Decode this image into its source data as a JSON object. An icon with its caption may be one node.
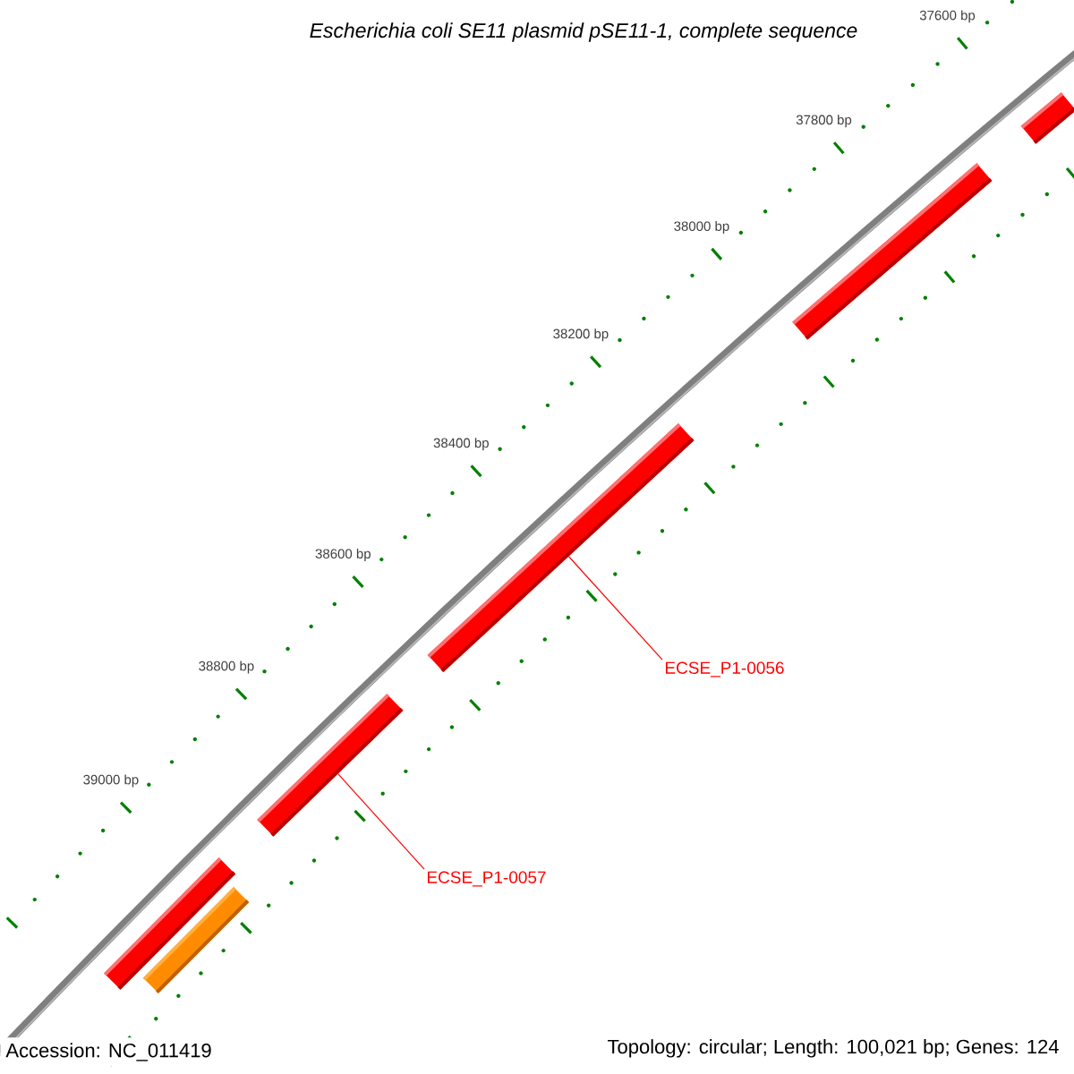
{
  "diagram": {
    "title": "Escherichia coli SE11 plasmid pSE11-1, complete sequence",
    "nodes": [
      {
        "text": [],
        "shape": "bar"
      },
      {
        "text": [],
        "shape": "bar"
      },
      {
        "text": [],
        "shape": "bar"
      },
      {
        "text": [],
        "shape": "bar"
      },
      {
        "text": [],
        "shape": "bar"
      },
      {
        "text": [],
        "shape": "bar"
      },
      {
        "text": [
          "ECSE_P1-0056"
        ]
      },
      {
        "text": [
          "ECSE_P1-0057"
        ]
      }
    ],
    "edges": [
      {
        "from": 6,
        "to": 2,
        "arrow": "none"
      },
      {
        "from": 7,
        "to": 3,
        "arrow": "none"
      }
    ],
    "labels": [
      "37600 bp",
      "37800 bp",
      "38000 bp",
      "38200 bp",
      "38400 bp",
      "38600 bp",
      "38800 bp",
      "39000 bp",
      "Accession: NC_011419",
      "Topology: circular; Length: 100,021 bp; Genes: 124"
    ]
  }
}
